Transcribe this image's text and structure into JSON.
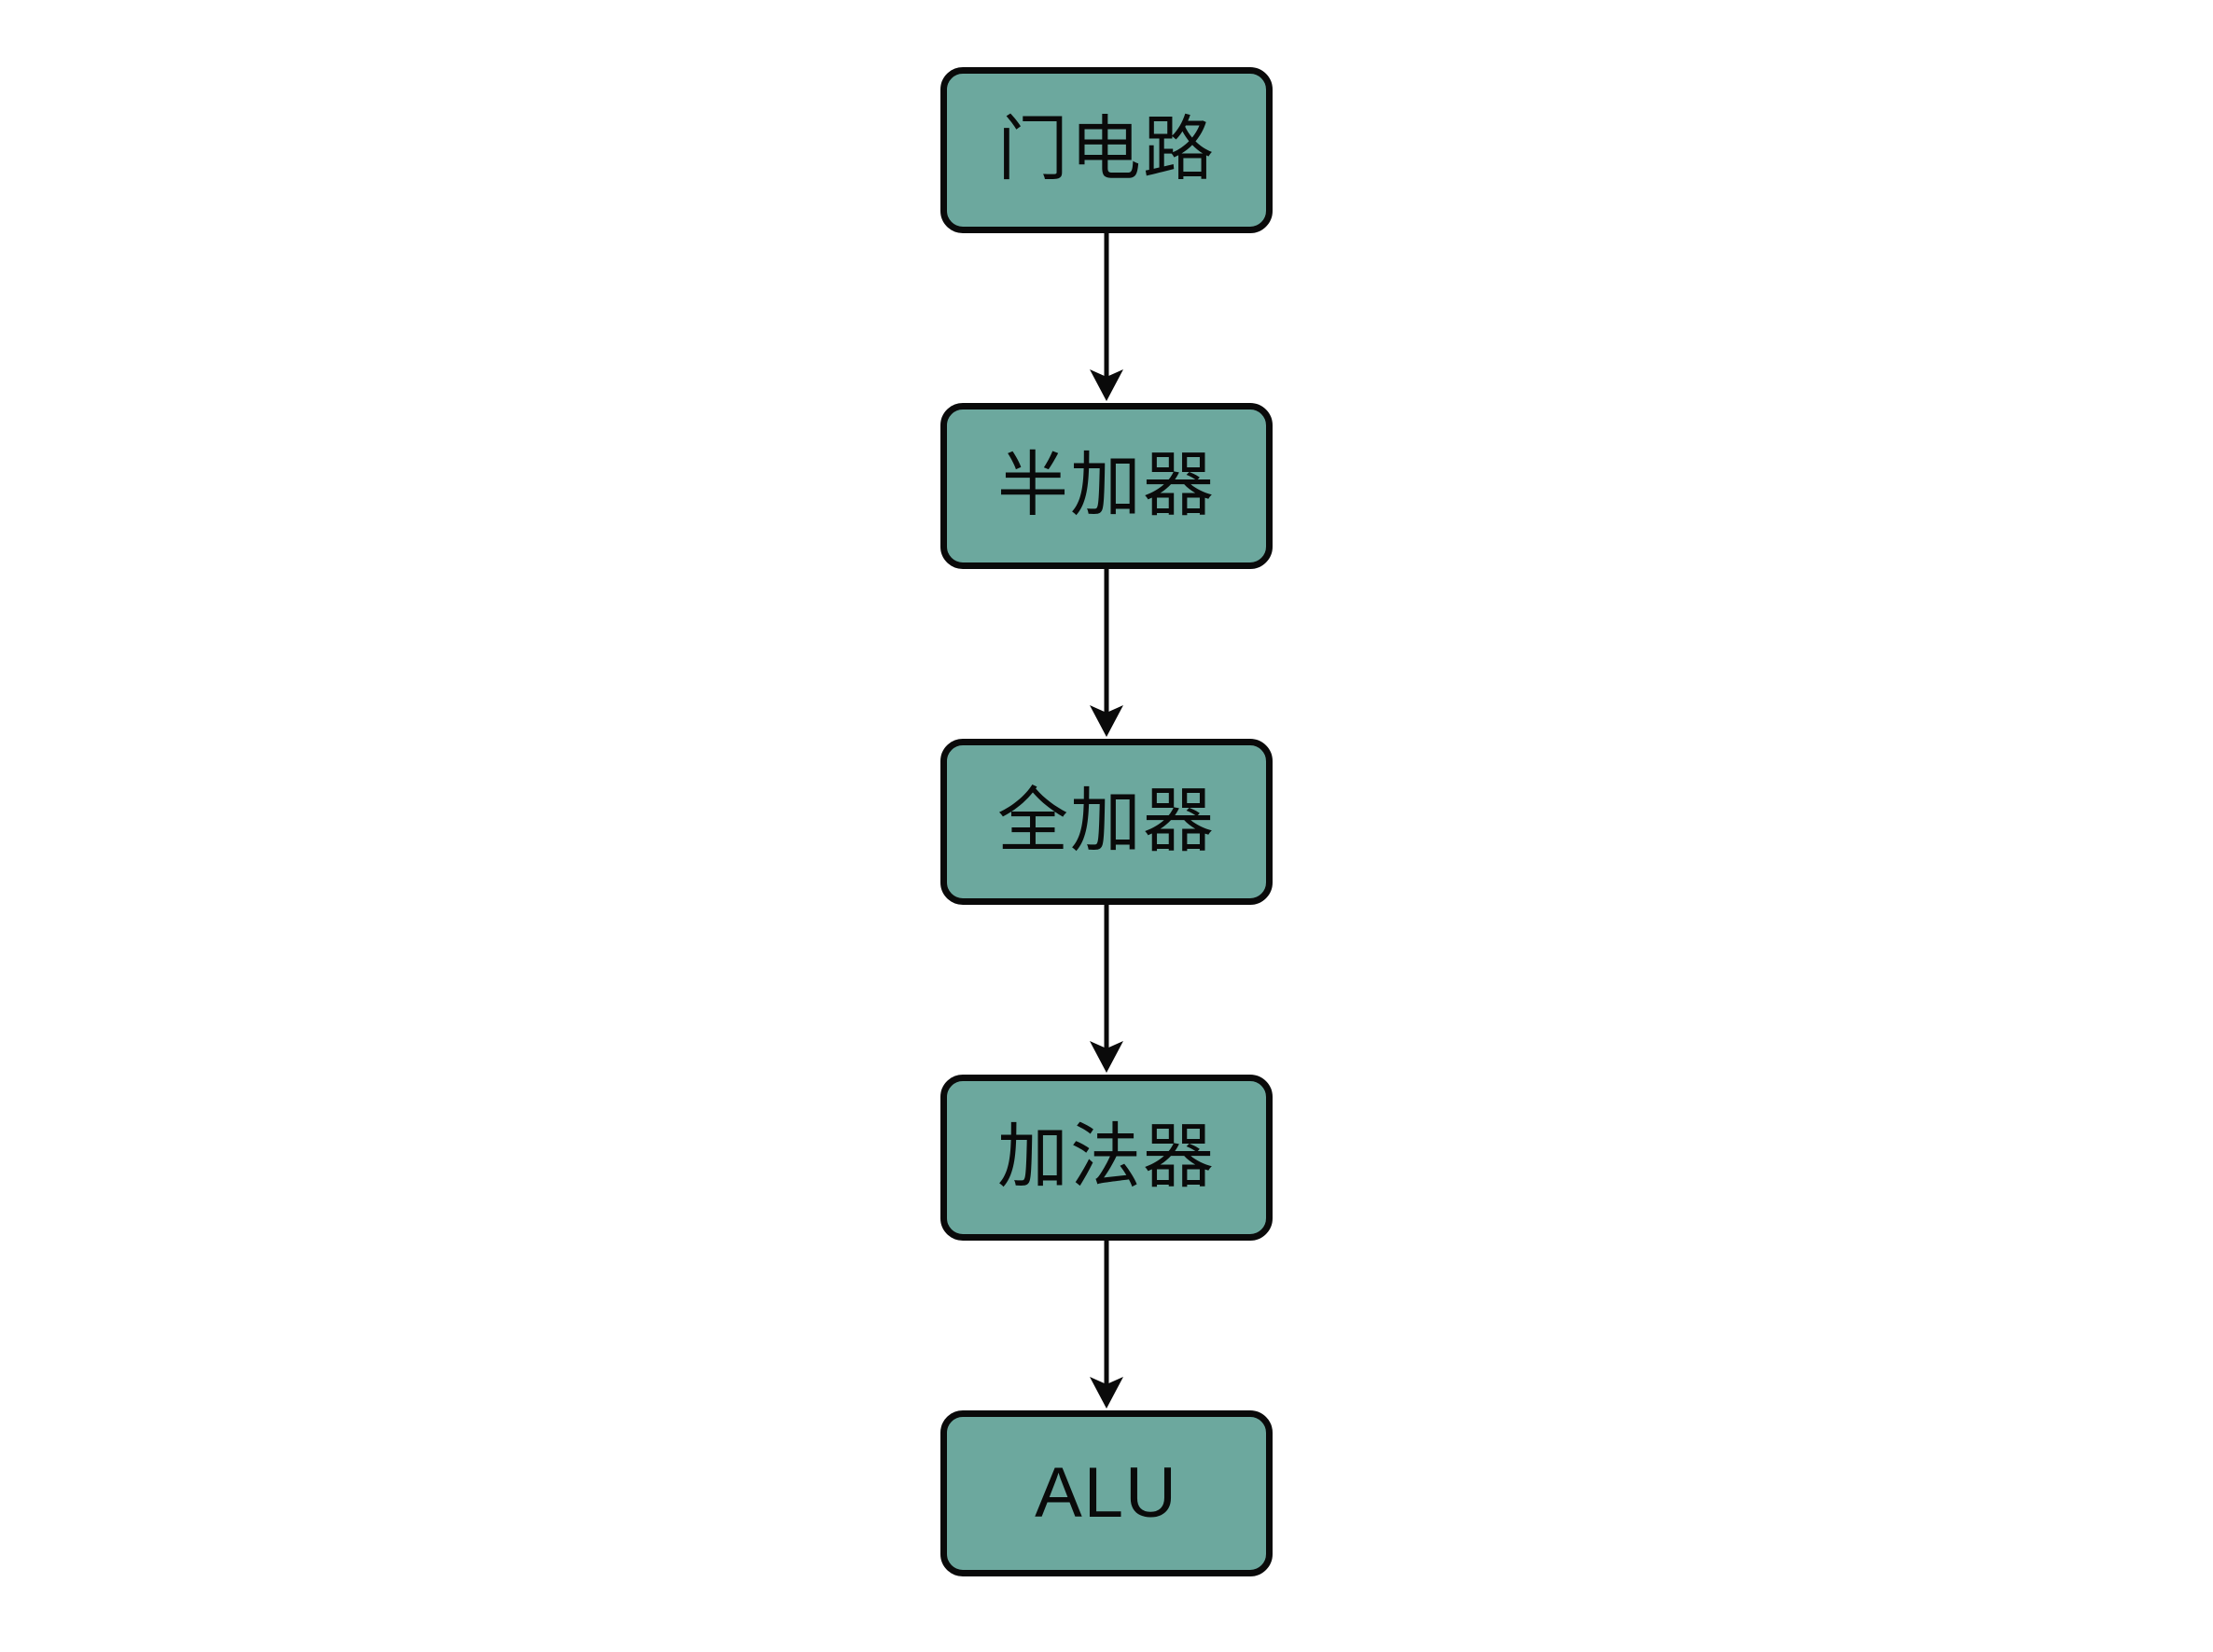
{
  "diagram": {
    "type": "flowchart",
    "direction": "top-down",
    "nodes": [
      {
        "id": "gate-circuit",
        "label": "门电路"
      },
      {
        "id": "half-adder",
        "label": "半加器"
      },
      {
        "id": "full-adder",
        "label": "全加器"
      },
      {
        "id": "adder",
        "label": "加法器"
      },
      {
        "id": "alu",
        "label": "ALU"
      }
    ],
    "edges": [
      {
        "from": "门电路",
        "to": "半加器"
      },
      {
        "from": "半加器",
        "to": "全加器"
      },
      {
        "from": "全加器",
        "to": "加法器"
      },
      {
        "from": "加法器",
        "to": "ALU"
      }
    ],
    "colors": {
      "node_fill": "#6CA89E",
      "node_border": "#0a0a0a",
      "arrow": "#0a0a0a",
      "text": "#0a0a0a",
      "background": "#ffffff"
    }
  }
}
